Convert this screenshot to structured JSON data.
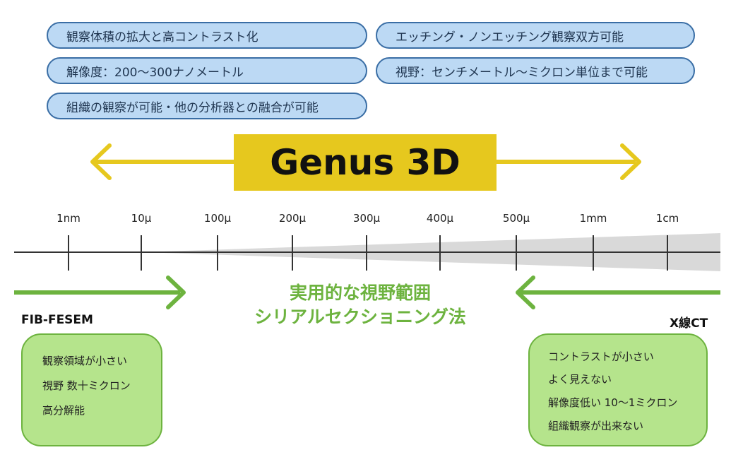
{
  "features_left": [
    "観察体積の拡大と高コントラスト化",
    "解像度：200〜300ナノメートル",
    "組織の観察が可能・他の分析器との融合が可能"
  ],
  "features_right": [
    "エッチング・ノンエッチング観察双方可能",
    "視野：センチメートル〜ミクロン単位まで可能"
  ],
  "banner": {
    "title": "Genus 3D"
  },
  "scale": {
    "ticks": [
      "1nm",
      "10μ",
      "100μ",
      "200μ",
      "300μ",
      "400μ",
      "500μ",
      "1mm",
      "1cm"
    ]
  },
  "center_range": {
    "line1": "実用的な視野範囲",
    "line2": "シリアルセクショニング法"
  },
  "left_method": {
    "name": "FIB-FESEM",
    "notes": [
      "観察領域が小さい",
      "視野 数十ミクロン",
      "高分解能"
    ]
  },
  "right_method": {
    "name": "X線CT",
    "notes": [
      "コントラストが小さい",
      "よく見えない",
      "解像度低い 10〜1ミクロン",
      "組織観察が出来ない"
    ]
  },
  "colors": {
    "pill_fill": "#bcd9f4",
    "pill_border": "#3a6ea5",
    "banner": "#e6c81e",
    "arrow_yellow": "#e6c81e",
    "arrow_green": "#6db33f",
    "note_fill": "#b5e48c",
    "wedge": "#d9d9d9"
  }
}
